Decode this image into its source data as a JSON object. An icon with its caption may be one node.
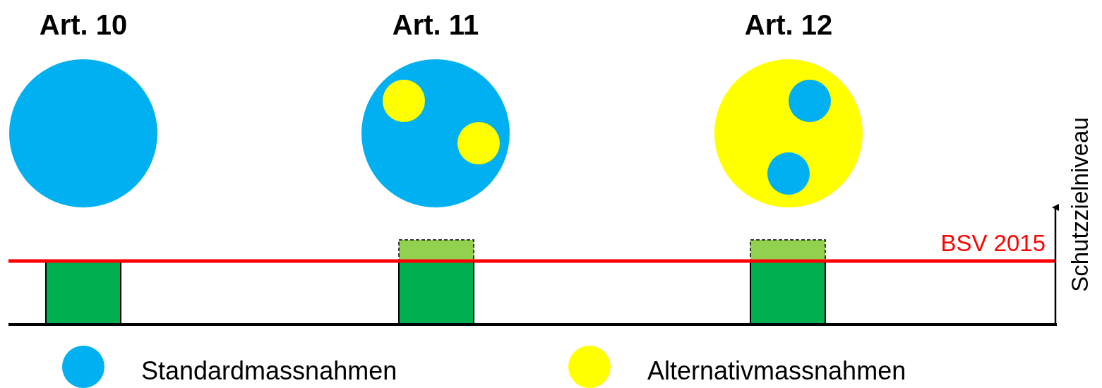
{
  "diagram": {
    "nodes": [
      {
        "text": [
          "Art. 10"
        ]
      },
      {
        "text": [
          "Art. 11"
        ]
      },
      {
        "text": [],
        "shape": "circle",
        "in": 1
      },
      {
        "text": [],
        "shape": "circle",
        "in": 1
      },
      {
        "text": [
          "Art. 12"
        ]
      },
      {
        "text": [],
        "shape": "circle",
        "in": 4
      },
      {
        "text": [],
        "shape": "circle",
        "in": 4
      }
    ],
    "labels": [
      "BSV 2015",
      "Schutzzielniveau"
    ],
    "legend": [
      {
        "text": "Standardmassnahmen",
        "color": "#00b0f0"
      },
      {
        "text": "Alternativmassnahmen",
        "color": "#ffff00"
      }
    ]
  }
}
